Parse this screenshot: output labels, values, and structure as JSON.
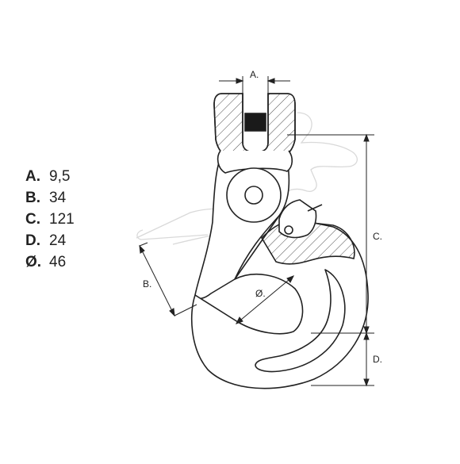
{
  "specifications": [
    {
      "key": "A",
      "sep": ".",
      "value": "9,5"
    },
    {
      "key": "B",
      "sep": ".",
      "value": "34"
    },
    {
      "key": "C",
      "sep": ".",
      "value": "121"
    },
    {
      "key": "D",
      "sep": ".",
      "value": "24"
    },
    {
      "key": "Ø",
      "sep": ".",
      "value": "46"
    }
  ],
  "dimension_labels": {
    "a": "A.",
    "b": "B.",
    "c": "C.",
    "d": "D.",
    "diameter": "Ø."
  },
  "colors": {
    "outline": "#222222",
    "ghost": "#d9d9d9",
    "fill": "#ffffff",
    "pin": "#1a1a1a"
  }
}
